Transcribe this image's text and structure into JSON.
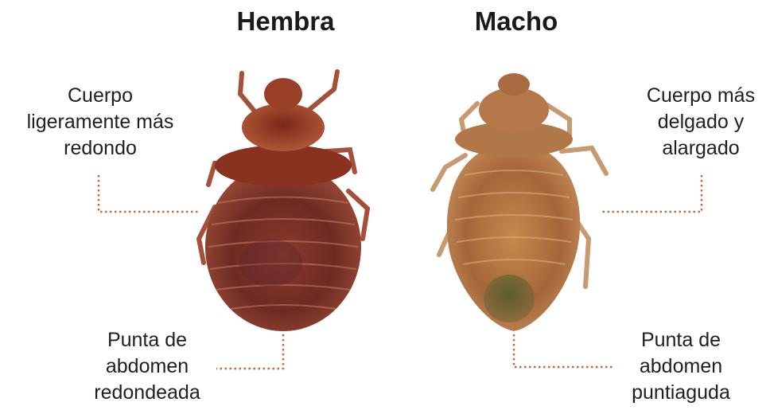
{
  "titles": {
    "female": "Hembra",
    "male": "Macho"
  },
  "annotations": {
    "female_body": [
      "Cuerpo",
      "ligeramente más",
      "redondo"
    ],
    "male_body": [
      "Cuerpo más",
      "delgado y",
      "alargado"
    ],
    "female_tip": [
      "Punta de",
      "abdomen",
      "redondeada"
    ],
    "male_tip": [
      "Punta de",
      "abdomen",
      "puntiaguda"
    ]
  },
  "colors": {
    "leader": "#c8693b",
    "female_body": "#7a2a1c",
    "male_body": "#a86a3c",
    "text": "#1f1f1f"
  }
}
